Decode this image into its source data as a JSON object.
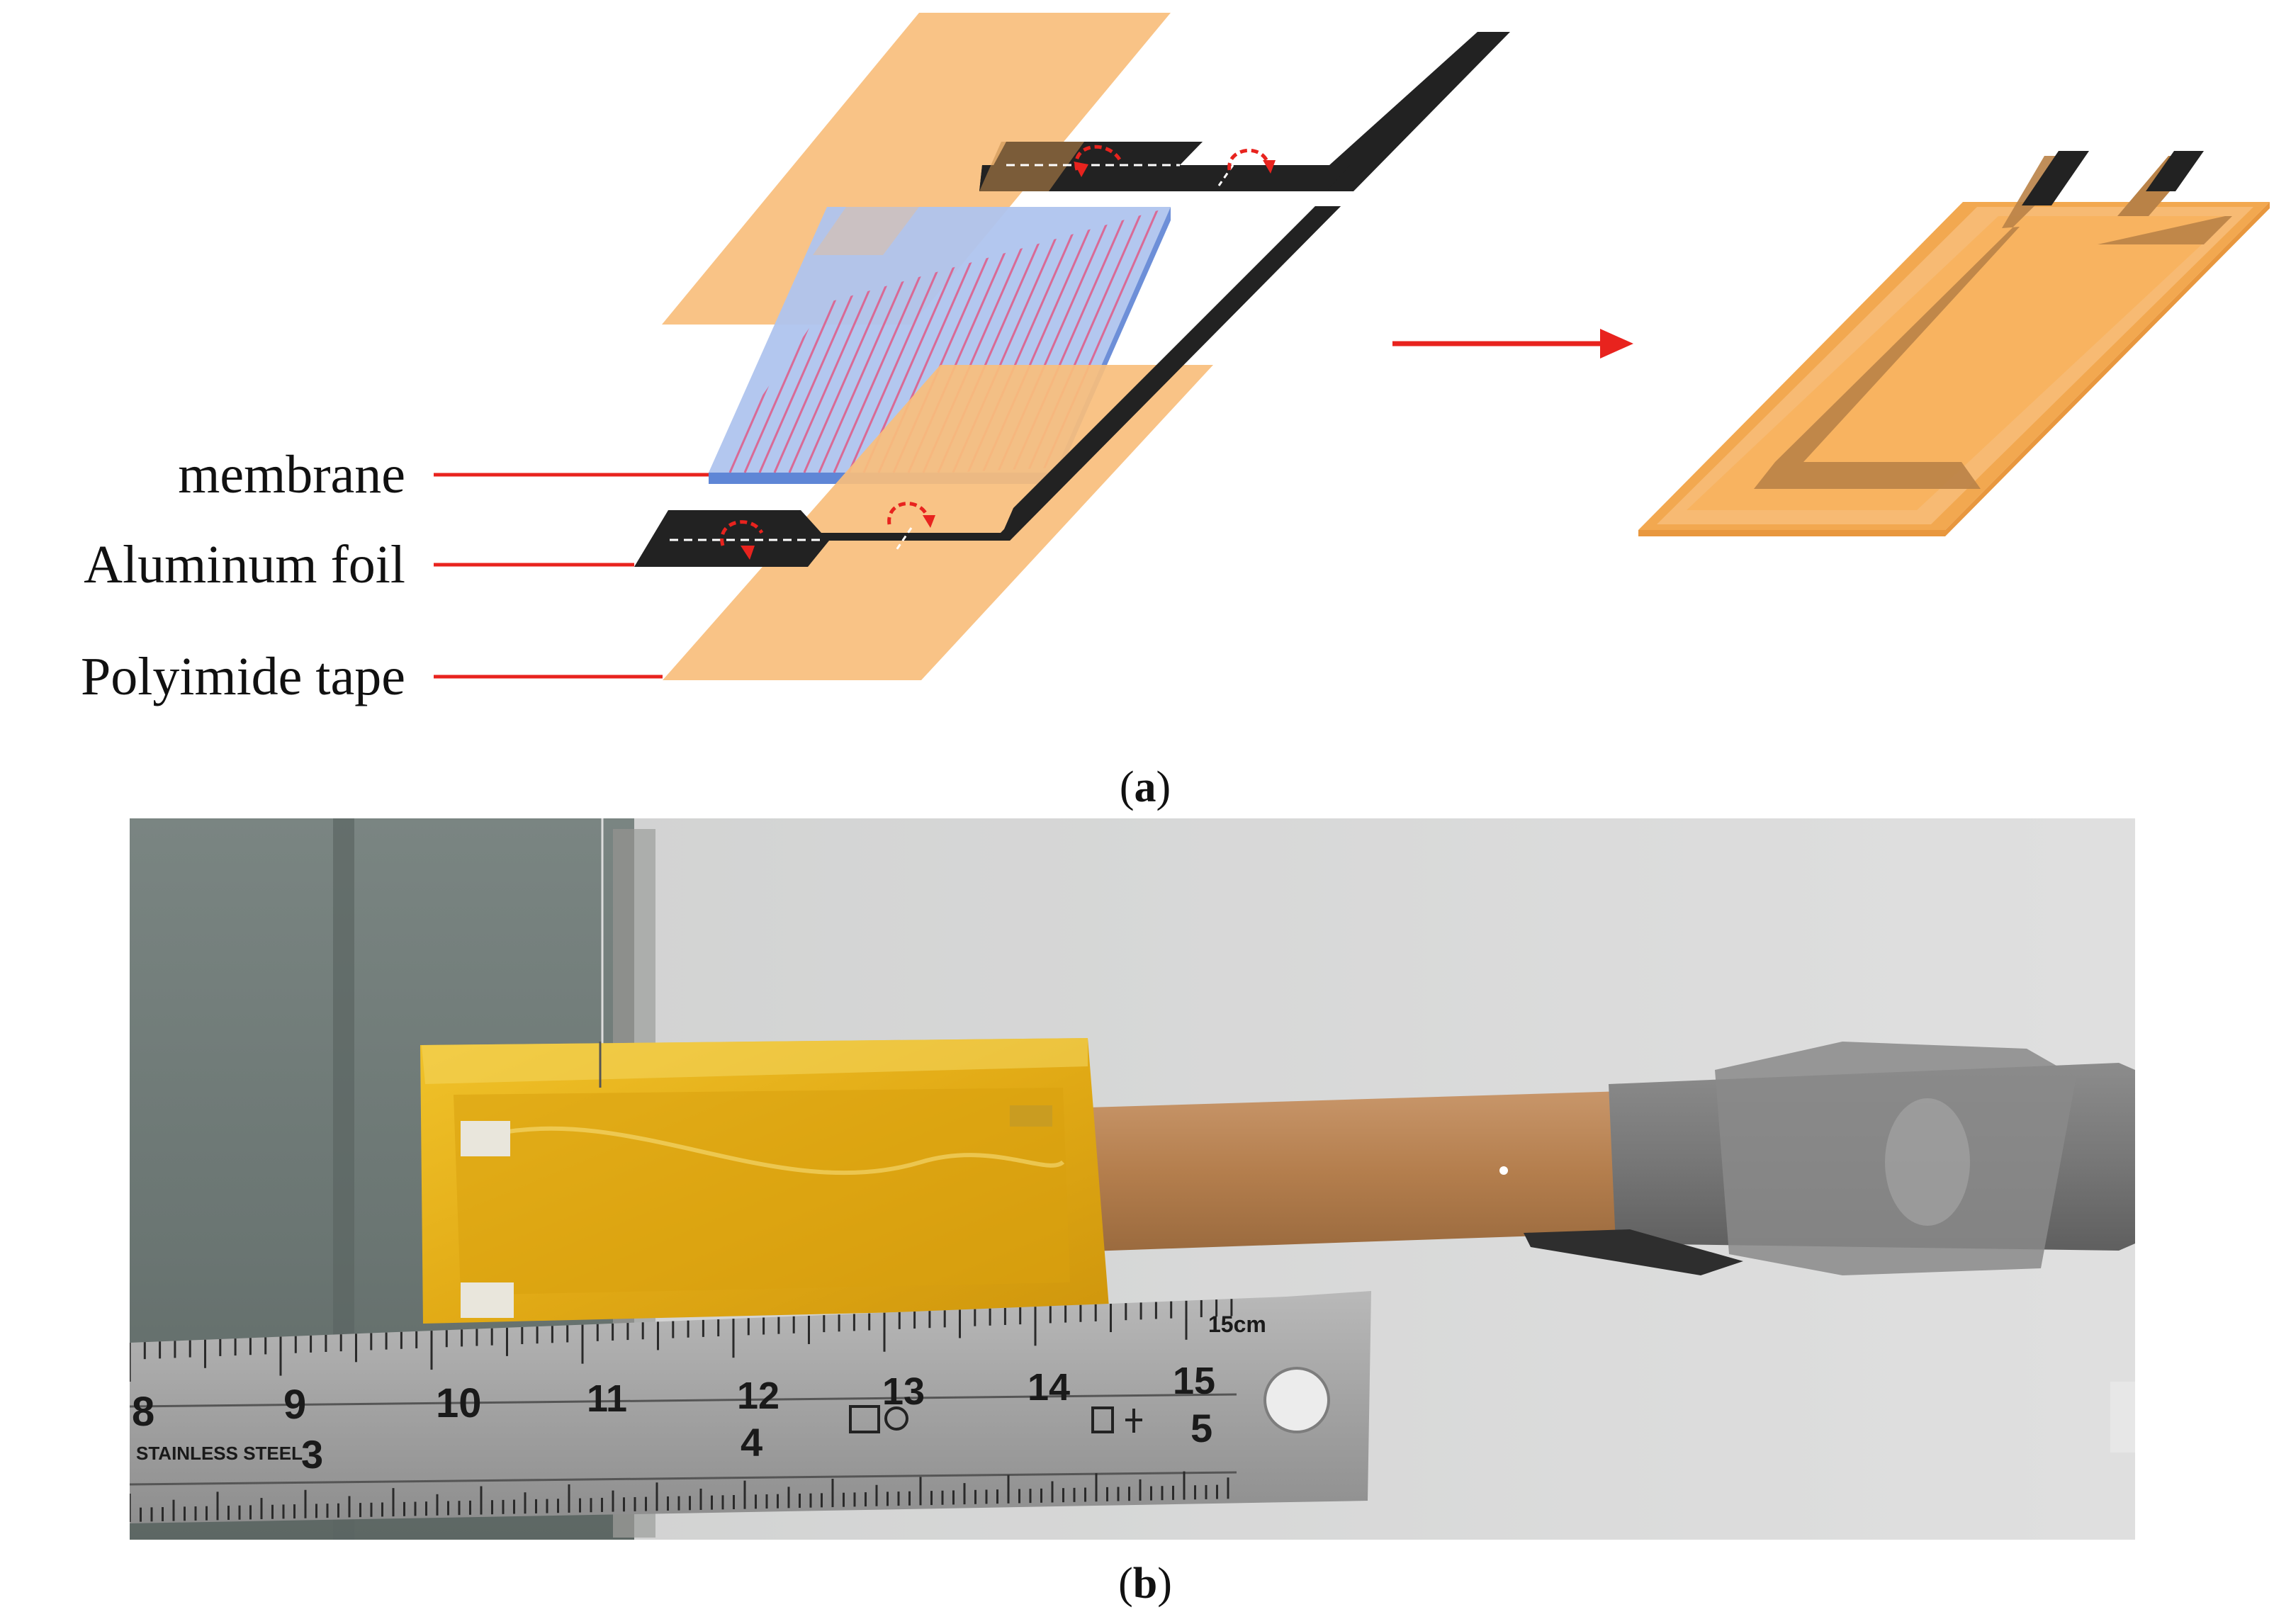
{
  "figure": {
    "panel_a": {
      "label_open": "(",
      "label_letter": "a",
      "label_close": ")",
      "layers": {
        "membrane": "membrane",
        "aluminum_foil": "Aluminum foil",
        "polyimide_tape": "Polyimide tape"
      }
    },
    "panel_b": {
      "label_open": "(",
      "label_letter": "b",
      "label_close": ")",
      "ruler": {
        "unit_text": "15cm",
        "cm_numbers": [
          "8",
          "9",
          "10",
          "11",
          "12",
          "13",
          "14",
          "15"
        ],
        "inch_numbers": [
          "3",
          "4",
          "5"
        ],
        "brand_text": "STAINLESS STEEL"
      }
    }
  },
  "colors": {
    "polyimide_orange": "#F8BE7C",
    "aluminum_black": "#222222",
    "membrane_blue": "#AFC4EE",
    "membrane_lines": "#E05A86",
    "arrow_red": "#E8231E",
    "kapton_yellow": "#E3AE18",
    "wood": "#B07A48",
    "ruler_steel": "#A9A9A9",
    "tape_gray": "#7E7E7E"
  }
}
